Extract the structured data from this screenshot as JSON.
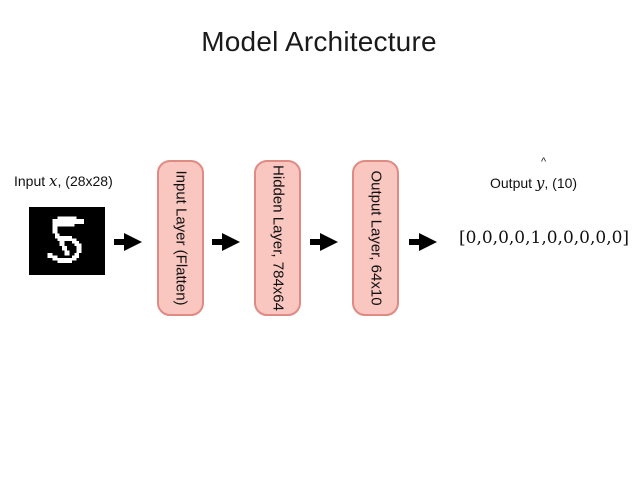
{
  "title": "Model Architecture",
  "input": {
    "label_prefix": "Input",
    "variable": "x",
    "label_suffix": ", (28x28)",
    "image_alt": "mnist-digit-five"
  },
  "layers": [
    {
      "label": "Input Layer (Flatten)"
    },
    {
      "label": "Hidden Layer, 784x64"
    },
    {
      "label": "Output Layer, 64x10"
    }
  ],
  "arrows": [
    {
      "name": "arrow-input-to-flatten"
    },
    {
      "name": "arrow-flatten-to-hidden"
    },
    {
      "name": "arrow-hidden-to-output"
    },
    {
      "name": "arrow-output-to-prediction"
    }
  ],
  "output": {
    "label_prefix": "Output",
    "variable": "y",
    "hat": "^",
    "label_suffix": ", (10)",
    "vector_text": "[0,0,0,0,1,0,0,0,0,0]",
    "vector_values": [
      0,
      0,
      0,
      0,
      1,
      0,
      0,
      0,
      0,
      0
    ]
  },
  "colors": {
    "background": "#ffffff",
    "box_fill": "#f9c6c0",
    "box_border": "#e08a84",
    "text": "#111111",
    "arrow": "#000000",
    "digit_background": "#000000",
    "digit_stroke": "#ffffff"
  }
}
